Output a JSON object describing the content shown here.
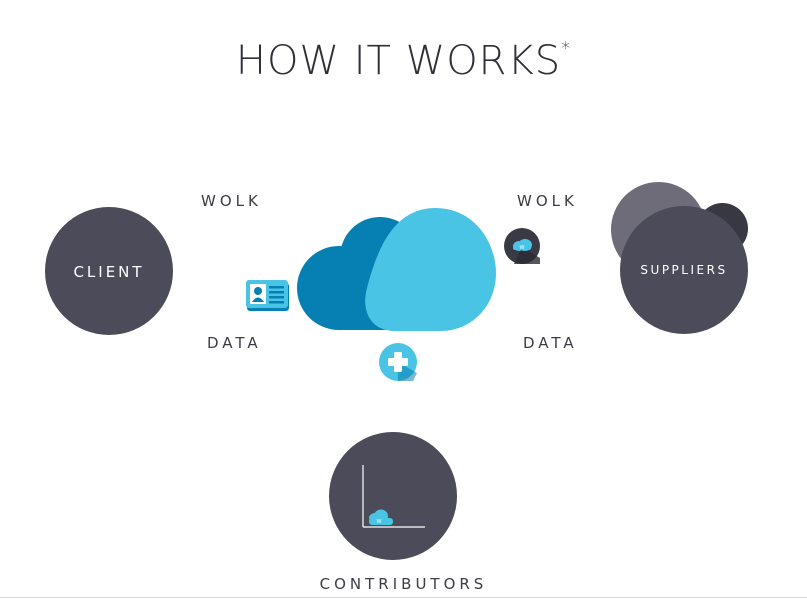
{
  "title": "HOW IT WORKS",
  "title_mark": "*",
  "nodes": {
    "client": "CLIENT",
    "suppliers": "SUPPLIERS",
    "contributors": "CONTRIBUTORS"
  },
  "edges": {
    "left_top": "WOLK",
    "left_bottom": "DATA",
    "right_top": "WOLK",
    "right_bottom": "DATA"
  },
  "icons": {
    "client_side": "id-card-icon",
    "supplier_side": "wolk-cloud-coin-icon",
    "bottom": "plus-icon",
    "contributors": "chart-cloud-icon"
  },
  "icon_text": {
    "coin": "W",
    "chart": "W"
  },
  "colors": {
    "circle": "#4c4b59",
    "cloud_light": "#4ac4e4",
    "cloud_dark": "#0680b2",
    "text": "#2f2f36"
  }
}
